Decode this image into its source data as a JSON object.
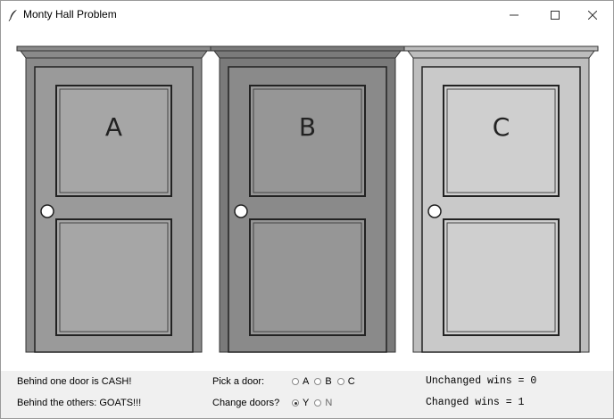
{
  "window": {
    "title": "Monty Hall Problem"
  },
  "doors": [
    {
      "label": "A",
      "color": "#9a9a9a",
      "frame": "#8a8a8a",
      "panel": "#a6a6a6"
    },
    {
      "label": "B",
      "color": "#8a8a8a",
      "frame": "#7a7a7a",
      "panel": "#969696"
    },
    {
      "label": "C",
      "color": "#c9c9c9",
      "frame": "#bdbdbd",
      "panel": "#cfcfcf"
    }
  ],
  "info": {
    "line1": "Behind one door is CASH!",
    "line2": "Behind the others:  GOATS!!!"
  },
  "pick": {
    "label": "Pick a door:",
    "options": [
      "A",
      "B",
      "C"
    ],
    "selected": null
  },
  "change": {
    "label": "Change doors?",
    "options": [
      "Y",
      "N"
    ],
    "selected": "Y"
  },
  "stats": {
    "unchanged": "Unchanged wins = 0",
    "changed": "Changed wins = 1"
  }
}
